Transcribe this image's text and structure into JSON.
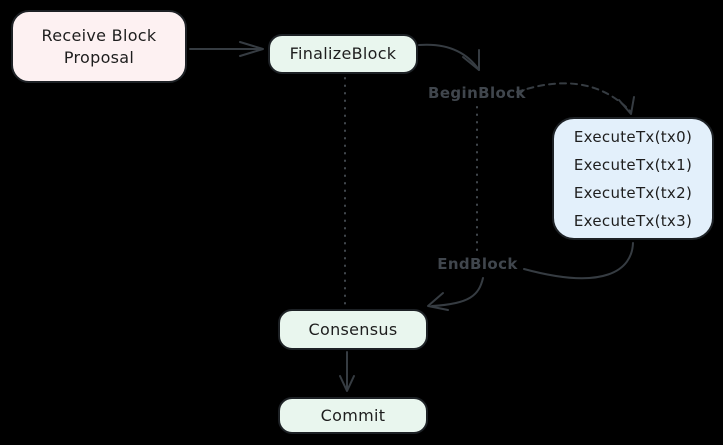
{
  "canvas": {
    "background": "#000000",
    "connector_color": "#363c42",
    "dotted_color": "#43494f",
    "node_border_color": "#1d2125",
    "node_text_color": "#1e1e1e",
    "edge_label_color": "#40464d"
  },
  "nodes": {
    "receive": {
      "label": "Receive Block\nProposal",
      "fill": "#fdf1f2"
    },
    "finalize": {
      "label": "FinalizeBlock",
      "fill": "#e9f6ee"
    },
    "execute": {
      "fill": "#e3f0fb",
      "lines": [
        "ExecuteTx(tx0)",
        "ExecuteTx(tx1)",
        "ExecuteTx(tx2)",
        "ExecuteTx(tx3)"
      ]
    },
    "consensus": {
      "label": "Consensus",
      "fill": "#e9f6ee"
    },
    "commit": {
      "label": "Commit",
      "fill": "#e9f6ee"
    }
  },
  "edge_labels": {
    "begin_block": "BeginBlock",
    "end_block": "EndBlock"
  },
  "edges": [
    "Receive Block Proposal -> FinalizeBlock",
    "FinalizeBlock -> BeginBlock",
    "BeginBlock -> ExecuteTx (dashed)",
    "ExecuteTx -> EndBlock",
    "EndBlock -> Consensus",
    "Consensus -> Commit",
    "FinalizeBlock .. Consensus (dotted)",
    "BeginBlock .. EndBlock (dotted)"
  ]
}
